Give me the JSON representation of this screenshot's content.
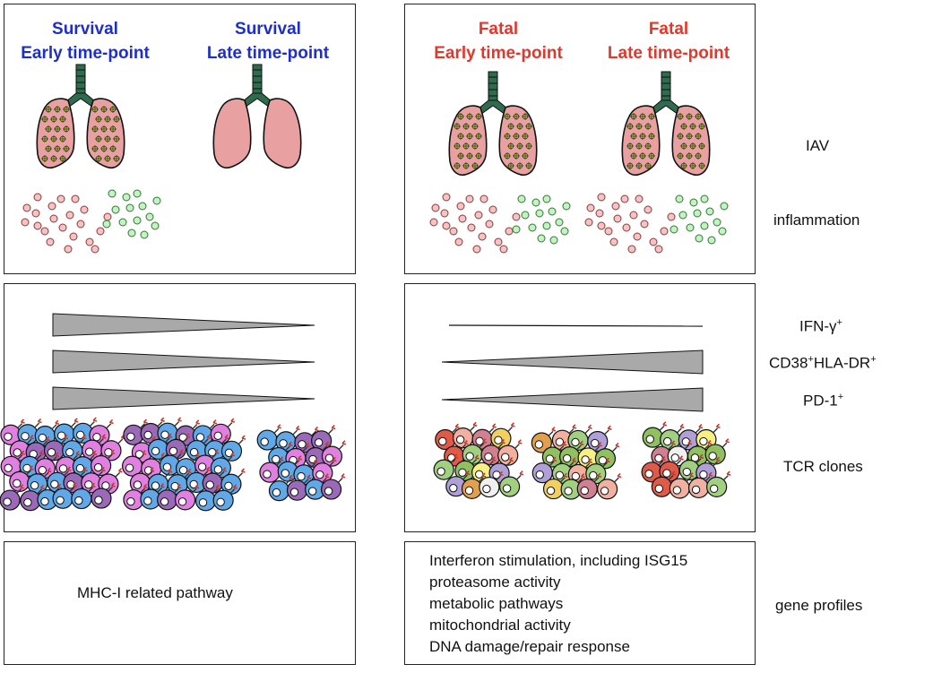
{
  "survival": {
    "early": {
      "line1": "Survival",
      "line2": "Early time-point"
    },
    "late": {
      "line1": "Survival",
      "line2": "Late time-point"
    },
    "gene_profile": "MHC-I related pathway"
  },
  "fatal": {
    "early": {
      "line1": "Fatal",
      "line2": "Early time-point"
    },
    "late": {
      "line1": "Fatal",
      "line2": "Late time-point"
    },
    "gene_profiles": [
      "Interferon stimulation, including ISG15",
      "proteasome activity",
      "metabolic pathways",
      "mitochondrial activity",
      "DNA damage/repair response"
    ]
  },
  "row_labels": {
    "iav": "IAV",
    "inflammation": "inflammation",
    "ifn": "IFN-γ",
    "ifn_sup": "+",
    "cd38": "CD38",
    "cd38_sup": "+",
    "hla": "HLA-DR",
    "hla_sup": "+",
    "pd1": "PD-1",
    "pd1_sup": "+",
    "tcr": "TCR clones",
    "gene": "gene profiles"
  },
  "colors": {
    "survival_title": "#1e2fc8",
    "fatal_title": "#e0382c",
    "lung_fill": "#e9a0a0",
    "trachea": "#2f6b4d",
    "virus": "#b8bf2a",
    "inflam_red": "#f4c4c4",
    "inflam_green": "#c6f0c6",
    "wedge": "#a9a9a9"
  }
}
